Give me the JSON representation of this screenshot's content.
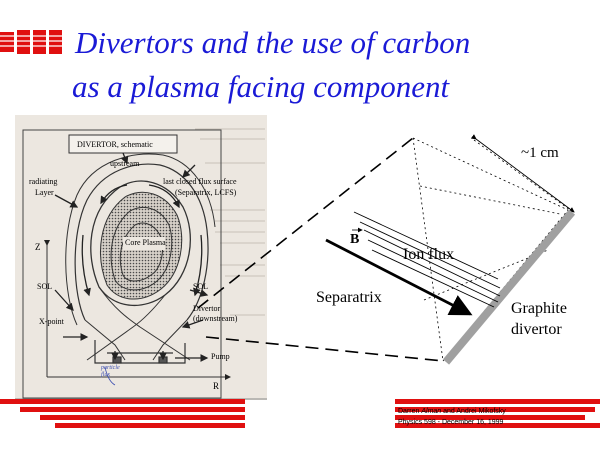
{
  "title": {
    "line1": "Divertors and the use of carbon",
    "line2": "as a plasma facing component"
  },
  "figure": {
    "box_label": "DIVERTOR, schematic",
    "labels": {
      "upstream": "upstream",
      "radiating": "radiating",
      "layer": "Layer",
      "lcfs1": "last closed flux surface",
      "lcfs2": "(Separatrix, LCFS)",
      "core": "Core Plasma",
      "z": "Z",
      "sol_left": "SOL",
      "sol_right": "SOL",
      "xpoint": "X-point",
      "divertor1": "Divertor",
      "divertor2": "(downstream)",
      "pump": "Pump",
      "r": "R",
      "handwritten": "particle flux"
    }
  },
  "zoom": {
    "width_label": "~1 cm",
    "b_label": "B",
    "ion_flux": "Ion flux",
    "separatrix": "Separatrix",
    "graphite1": "Graphite",
    "graphite2": "divertor"
  },
  "footer": {
    "authors_prefix": "Darren ",
    "author1": "Alman",
    "authors_mid": " and Andrei ",
    "author2": "Mikofsky",
    "course": "Physics 598 - December 16, 1999"
  },
  "colors": {
    "title": "#1a1ad6",
    "accent_red": "#e01010",
    "graphite": "#a0a0a0",
    "scan_bg": "#ece7e0"
  }
}
